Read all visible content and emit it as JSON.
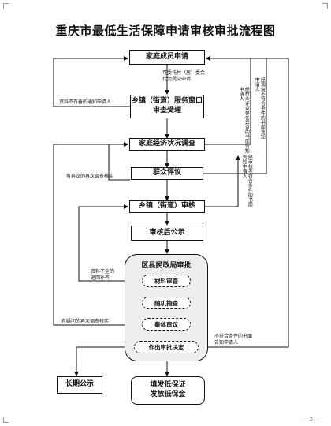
{
  "title": "重庆市最低生活保障申请审核审批流程图",
  "nodes": {
    "family_apply": "家庭成员申请",
    "township_window_line1": "乡镇（街道）服务窗口",
    "township_window_line2": "审查受理",
    "economic_survey": "家庭经济状况调查",
    "public_review": "群众评议",
    "township_review": "乡镇（街道）审核",
    "post_review_notice": "审核后公示",
    "district_bureau": "区县民政局审批",
    "material_review": "材料审查",
    "random_check": "随机抽查",
    "collective_review": "集体审议",
    "approval_decision": "作出审批决定",
    "long_term_notice": "长期公示",
    "issue_line1": "填发低保证",
    "issue_line2": "发放低保金"
  },
  "notes": {
    "delegate_apply": "可委托村（居）委会\n代为提交申请",
    "incomplete_materials": "资料不齐备的通知申请人",
    "disputed_survey": "有异议的再次调查核实",
    "incomplete_supplement": "资料不全的\n退回补齐",
    "disputed_recheck": "有疑问的再次调查核实",
    "not_eligible": "不符合条件的书面\n告知申请人",
    "v_not_eligible_1": "经调查不符合条件的书面告知申请人",
    "v_disputed_review": "经群众评议存在异议的书面告知申请人",
    "v_not_eligible_2": "经审核不符合条件的书面告知申请人"
  },
  "footer": "— 2 —"
}
